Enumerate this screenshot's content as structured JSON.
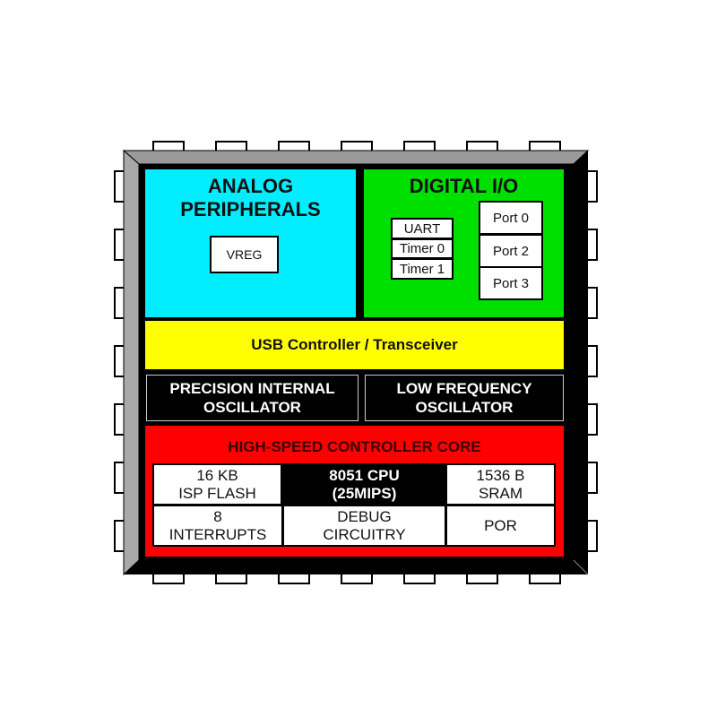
{
  "analog": {
    "title_line1": "ANALOG",
    "title_line2": "PERIPHERALS",
    "vreg": "VREG",
    "color": "#00eeff"
  },
  "digital": {
    "title": "DIGITAL I/O",
    "peripherals": [
      "UART",
      "Timer 0",
      "Timer 1"
    ],
    "ports": [
      "Port 0",
      "Port 2",
      "Port 3"
    ],
    "color": "#00e000"
  },
  "usb": {
    "label": "USB Controller / Transceiver",
    "color": "#ffff00"
  },
  "oscillators": [
    {
      "line1": "PRECISION INTERNAL",
      "line2": "OSCILLATOR"
    },
    {
      "line1": "LOW FREQUENCY",
      "line2": "OSCILLATOR"
    }
  ],
  "core": {
    "title": "HIGH-SPEED CONTROLLER CORE",
    "color": "#ff0000",
    "flash": {
      "line1": "16 KB",
      "line2": "ISP FLASH"
    },
    "cpu": {
      "line1": "8051 CPU",
      "line2": "(25MIPS)"
    },
    "sram": {
      "line1": "1536 B",
      "line2": "SRAM"
    },
    "interrupts": {
      "line1": "8",
      "line2": "INTERRUPTS"
    },
    "debug": {
      "line1": "DEBUG",
      "line2": "CIRCUITRY"
    },
    "por": "POR"
  }
}
